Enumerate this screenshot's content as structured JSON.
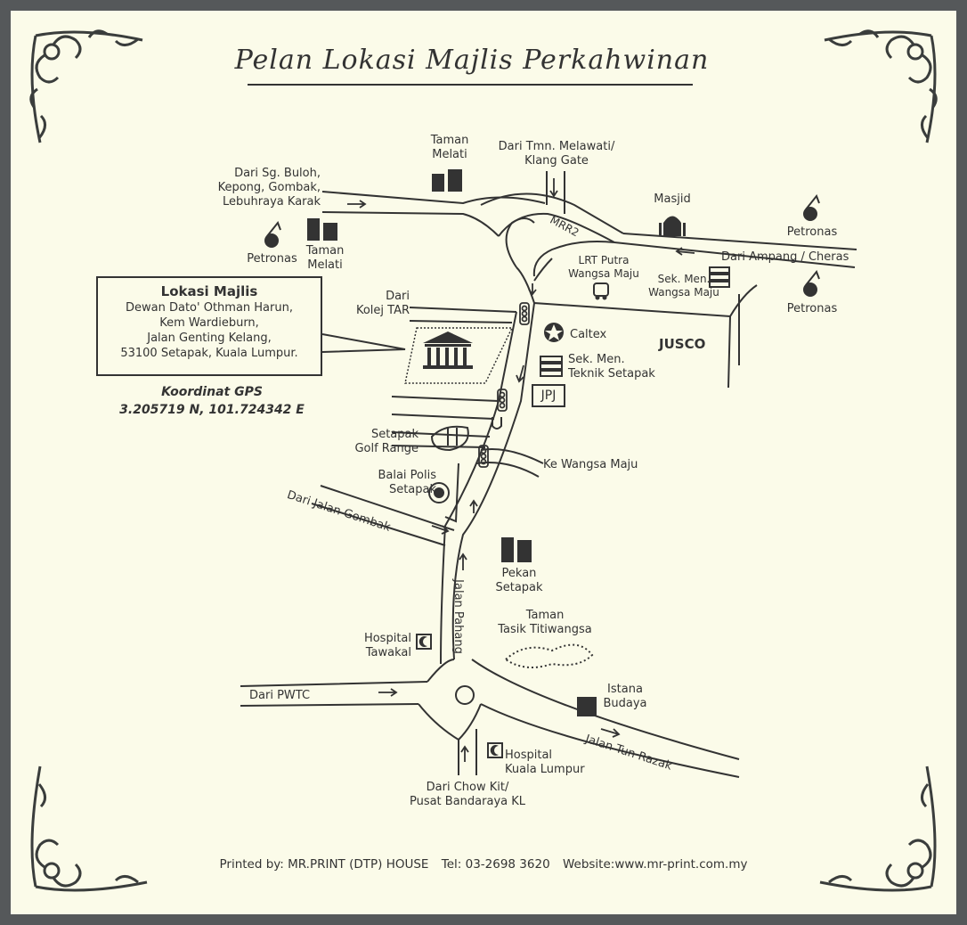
{
  "title": "Pelan Lokasi Majlis Perkahwinan",
  "venue": {
    "heading": "Lokasi Majlis",
    "line1": "Dewan Dato' Othman Harun,",
    "line2": "Kem Wardieburn,",
    "line3": "Jalan Genting Kelang,",
    "line4": "53100 Setapak, Kuala Lumpur."
  },
  "gps": {
    "heading": "Koordinat GPS",
    "coords": "3.205719 N, 101.724342 E"
  },
  "labels": {
    "taman_melati_top_1": "Taman",
    "taman_melati_top_2": "Melati",
    "melawati_1": "Dari Tmn. Melawati/",
    "melawati_2": "Klang Gate",
    "sgbuloh_1": "Dari Sg. Buloh,",
    "sgbuloh_2": "Kepong, Gombak,",
    "sgbuloh_3": "Lebuhraya Karak",
    "petronas_left": "Petronas",
    "taman_melati_left_1": "Taman",
    "taman_melati_left_2": "Melati",
    "masjid": "Masjid",
    "petronas_right_top": "Petronas",
    "dari_ampang": "Dari Ampang / Cheras",
    "mrr2": "MRR2",
    "lrt_1": "LRT Putra",
    "lrt_2": "Wangsa Maju",
    "sek_wangsa_1": "Sek. Men.",
    "sek_wangsa_2": "Wangsa Maju",
    "petronas_right_bottom": "Petronas",
    "dari_kolej_1": "Dari",
    "dari_kolej_2": "Kolej TAR",
    "caltex": "Caltex",
    "jusco": "JUSCO",
    "sek_teknik_1": "Sek. Men.",
    "sek_teknik_2": "Teknik Setapak",
    "jpj": "JPJ",
    "golf_1": "Setapak",
    "golf_2": "Golf Range",
    "balai_1": "Balai Polis",
    "balai_2": "Setapak",
    "ke_wangsa": "Ke Wangsa Maju",
    "dari_gombak": "Dari Jalan Gombak",
    "pekan_1": "Pekan",
    "pekan_2": "Setapak",
    "jalan_pahang": "Jalan Pahang",
    "taman_tasik_1": "Taman",
    "taman_tasik_2": "Tasik Titiwangsa",
    "hosp_tawakal_1": "Hospital",
    "hosp_tawakal_2": "Tawakal",
    "dari_pwtc": "Dari PWTC",
    "istana_1": "Istana",
    "istana_2": "Budaya",
    "jalan_tun_razak": "Jalan Tun Razak",
    "hosp_kl_1": "Hospital",
    "hosp_kl_2": "Kuala Lumpur",
    "chowkit_1": "Dari Chow Kit/",
    "chowkit_2": "Pusat Bandaraya KL"
  },
  "footer": {
    "printed_by": "Printed by: MR.PRINT (DTP) HOUSE",
    "tel": "Tel: 03-2698 3620",
    "website": "Website:www.mr-print.com.my"
  },
  "colors": {
    "paper": "#fbfbe9",
    "frame": "#55585a",
    "ink": "#333333"
  }
}
